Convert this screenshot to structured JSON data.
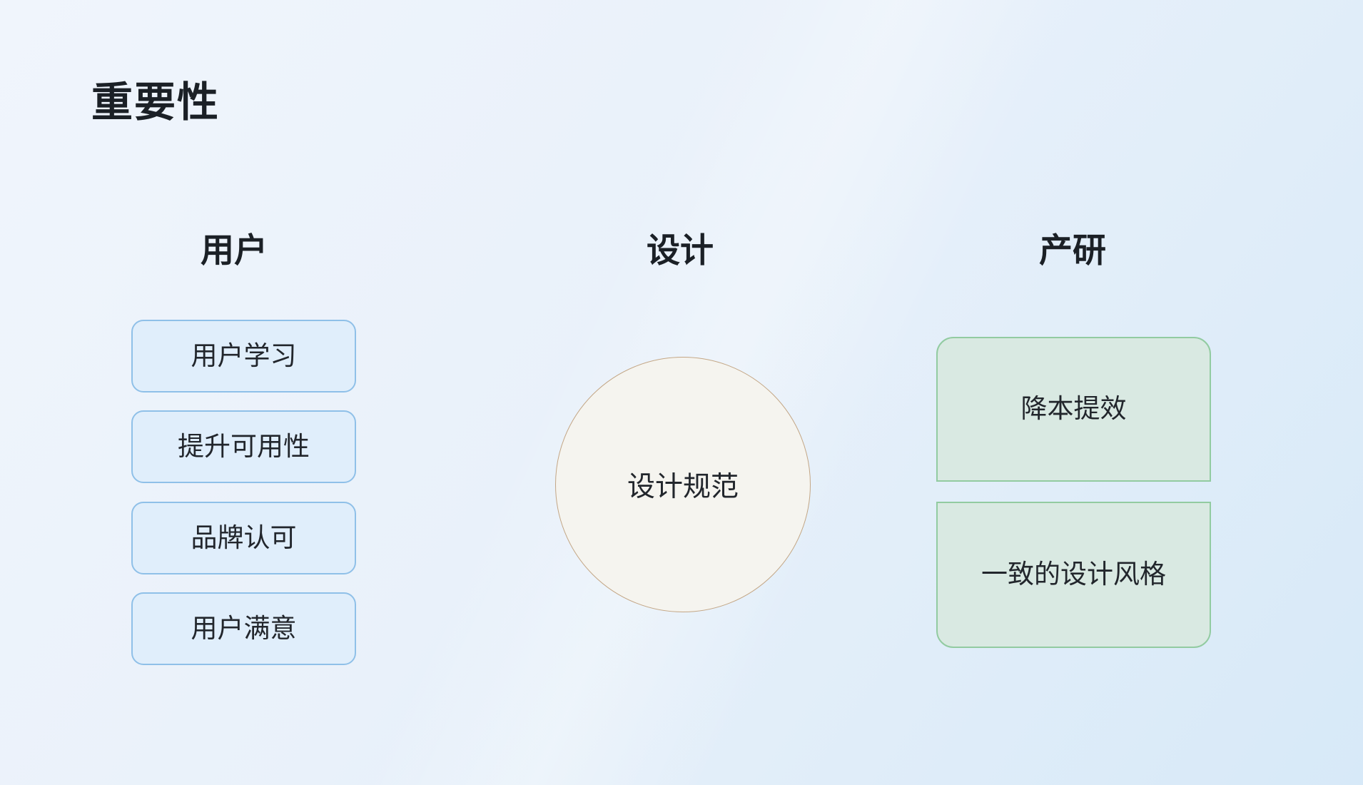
{
  "page": {
    "title": "重要性"
  },
  "columns": [
    {
      "id": "users",
      "header": "用户",
      "items": [
        "用户学习",
        "提升可用性",
        "品牌认可",
        "用户满意"
      ]
    },
    {
      "id": "design",
      "header": "设计",
      "circle_label": "设计规范"
    },
    {
      "id": "product",
      "header": "产研",
      "items": [
        "降本提效",
        "一致的设计风格"
      ]
    }
  ],
  "colors": {
    "background_start": "#f0f5fc",
    "background_end": "#d7e9f8",
    "title_text": "#1b2026",
    "blue_card_fill": "#e0eefb",
    "blue_card_border": "#8fc0e8",
    "green_card_fill": "#d9e9e2",
    "green_card_border": "#92cba1",
    "circle_fill": "#f5f4ef",
    "circle_border": "#c3a685"
  }
}
